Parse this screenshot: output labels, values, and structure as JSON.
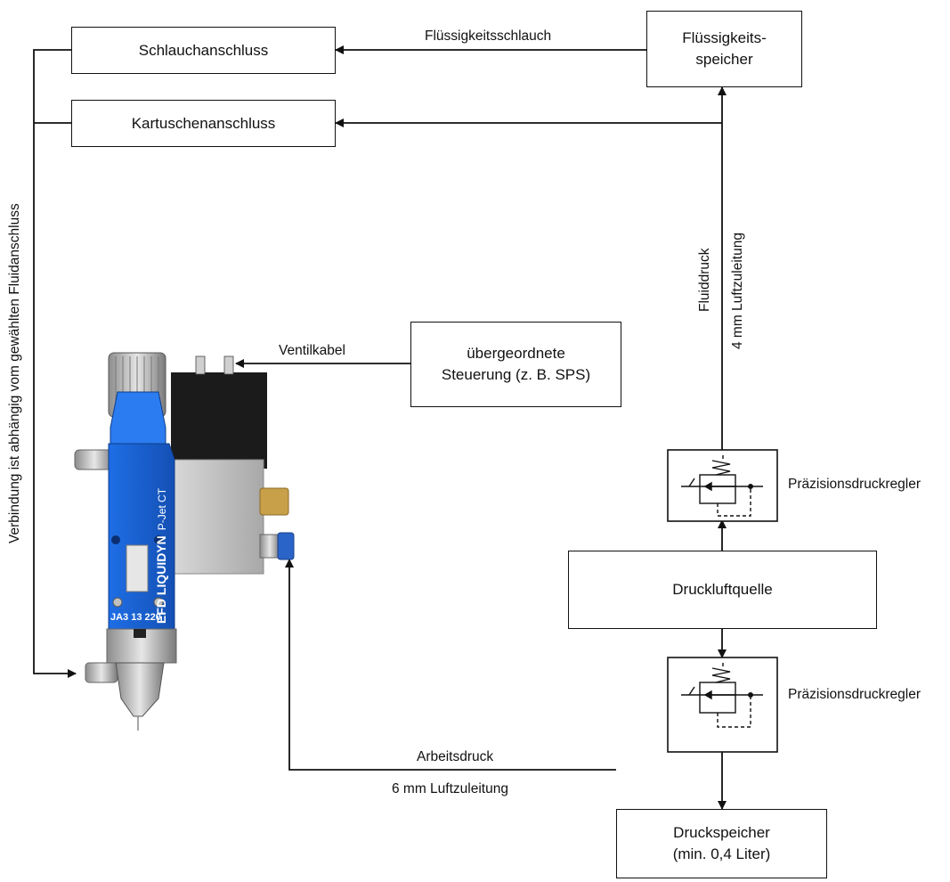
{
  "boxes": {
    "schlauchanschluss": "Schlauchanschluss",
    "kartuschenanschluss": "Kartuschenanschluss",
    "fluessigkeitsspeicher_line1": "Flüssigkeits-",
    "fluessigkeitsspeicher_line2": "speicher",
    "steuerung_line1": "übergeordnete",
    "steuerung_line2": "Steuerung (z. B. SPS)",
    "druckluftquelle": "Druckluftquelle",
    "druckspeicher_line1": "Druckspeicher",
    "druckspeicher_line2": "(min. 0,4 Liter)"
  },
  "labels": {
    "fluessigkeitsschlauch": "Flüssigkeitsschlauch",
    "ventilkabel": "Ventilkabel",
    "fluiddruck": "Fluiddruck",
    "luftzuleitung_4mm": "4 mm Luftzuleitung",
    "verbindung": "Verbindung ist abhängig vom gewählten Fluidanschluss",
    "praezisionsdruckregler_top": "Präzisionsdruckregler",
    "praezisionsdruckregler_bottom": "Präzisionsdruckregler",
    "arbeitsdruck": "Arbeitsdruck",
    "luftzuleitung_6mm": "6 mm Luftzuleitung"
  },
  "valve": {
    "brand_text": "EFD LIQUIDYN",
    "model_text": "P-Jet CT",
    "part_number": "JA3 13 220"
  },
  "colors": {
    "valve_blue": "#1a5fd0",
    "line": "#111111",
    "brass": "#c9a04a"
  }
}
